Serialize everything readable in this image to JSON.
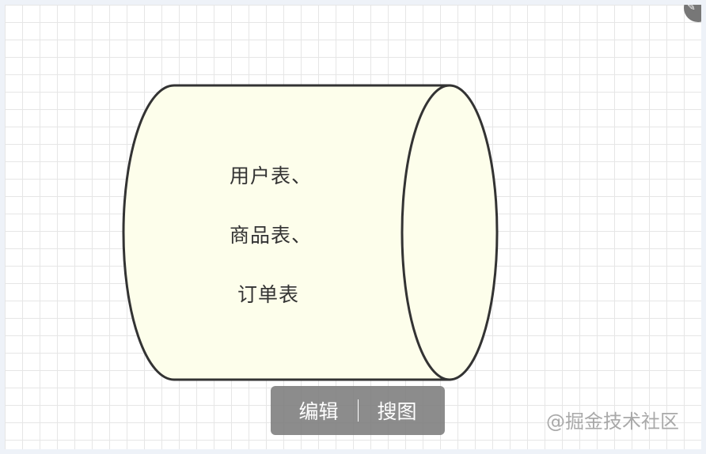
{
  "diagram": {
    "cylinder_fill": "#fdfeeb",
    "cylinder_stroke": "#333333",
    "labels": [
      "用户表、",
      "商品表、",
      "订单表"
    ]
  },
  "toolbar": {
    "edit_label": "编辑",
    "search_image_label": "搜图"
  },
  "watermark": "@掘金技术社区",
  "corner_icon": "edit-pencil-icon"
}
